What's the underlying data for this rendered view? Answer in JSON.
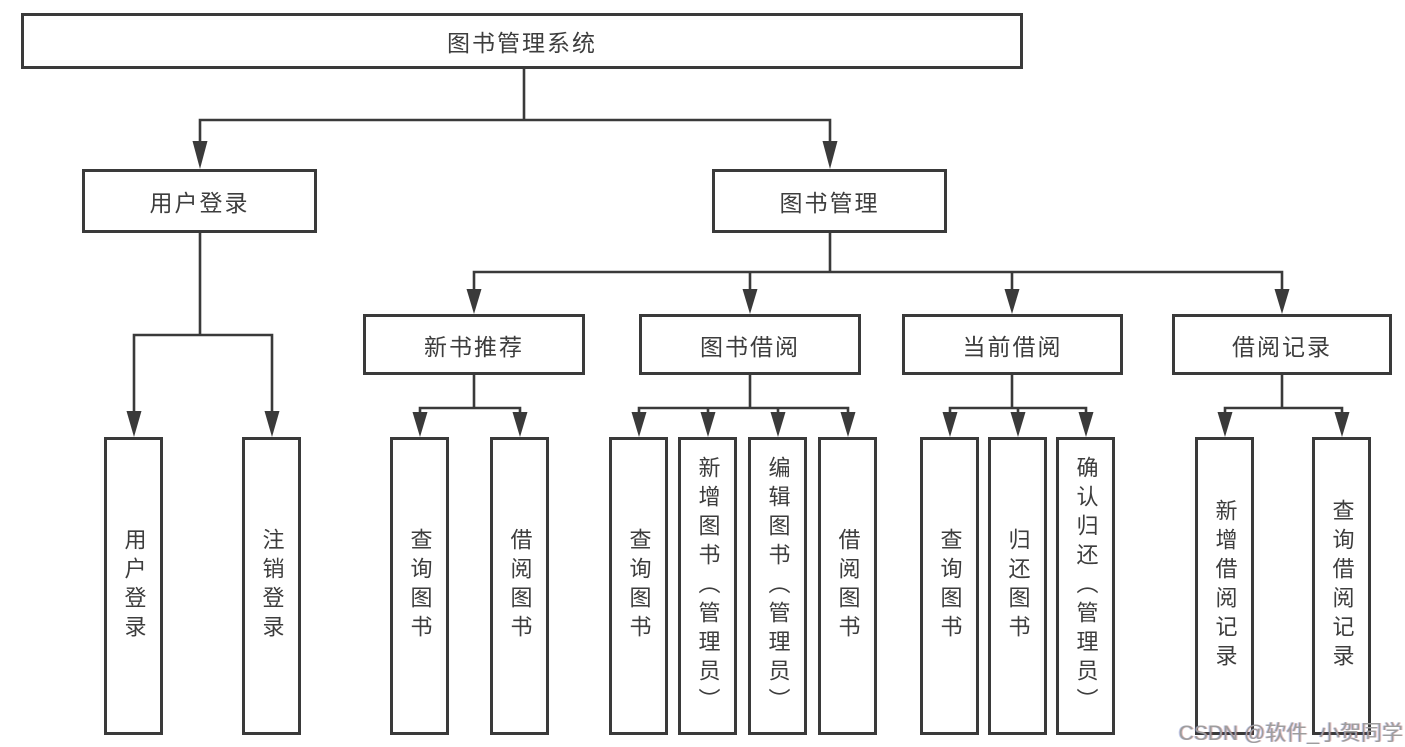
{
  "diagram": {
    "root": {
      "label": "图书管理系统"
    },
    "level2": [
      {
        "label": "用户登录"
      },
      {
        "label": "图书管理"
      }
    ],
    "level3": [
      {
        "label": "新书推荐"
      },
      {
        "label": "图书借阅"
      },
      {
        "label": "当前借阅"
      },
      {
        "label": "借阅记录"
      }
    ],
    "leaves": {
      "user_login": [
        {
          "label": "用户登录"
        },
        {
          "label": "注销登录"
        }
      ],
      "new_book_recommend": [
        {
          "label": "查询图书"
        },
        {
          "label": "借阅图书"
        }
      ],
      "book_borrow": [
        {
          "label": "查询图书"
        },
        {
          "label": "新增图书（管理员）"
        },
        {
          "label": "编辑图书（管理员）"
        },
        {
          "label": "借阅图书"
        }
      ],
      "current_borrow": [
        {
          "label": "查询图书"
        },
        {
          "label": "归还图书"
        },
        {
          "label": "确认归还（管理员）"
        }
      ],
      "borrow_record": [
        {
          "label": "新增借阅记录"
        },
        {
          "label": "查询借阅记录"
        }
      ]
    },
    "colors": {
      "border": "#3a3a3a",
      "line": "#3a3a3a",
      "text": "#3d3d3d",
      "background": "#ffffff",
      "watermark": "#9d9d9d"
    }
  },
  "watermark": {
    "text": "CSDN @软件_小贺同学"
  }
}
